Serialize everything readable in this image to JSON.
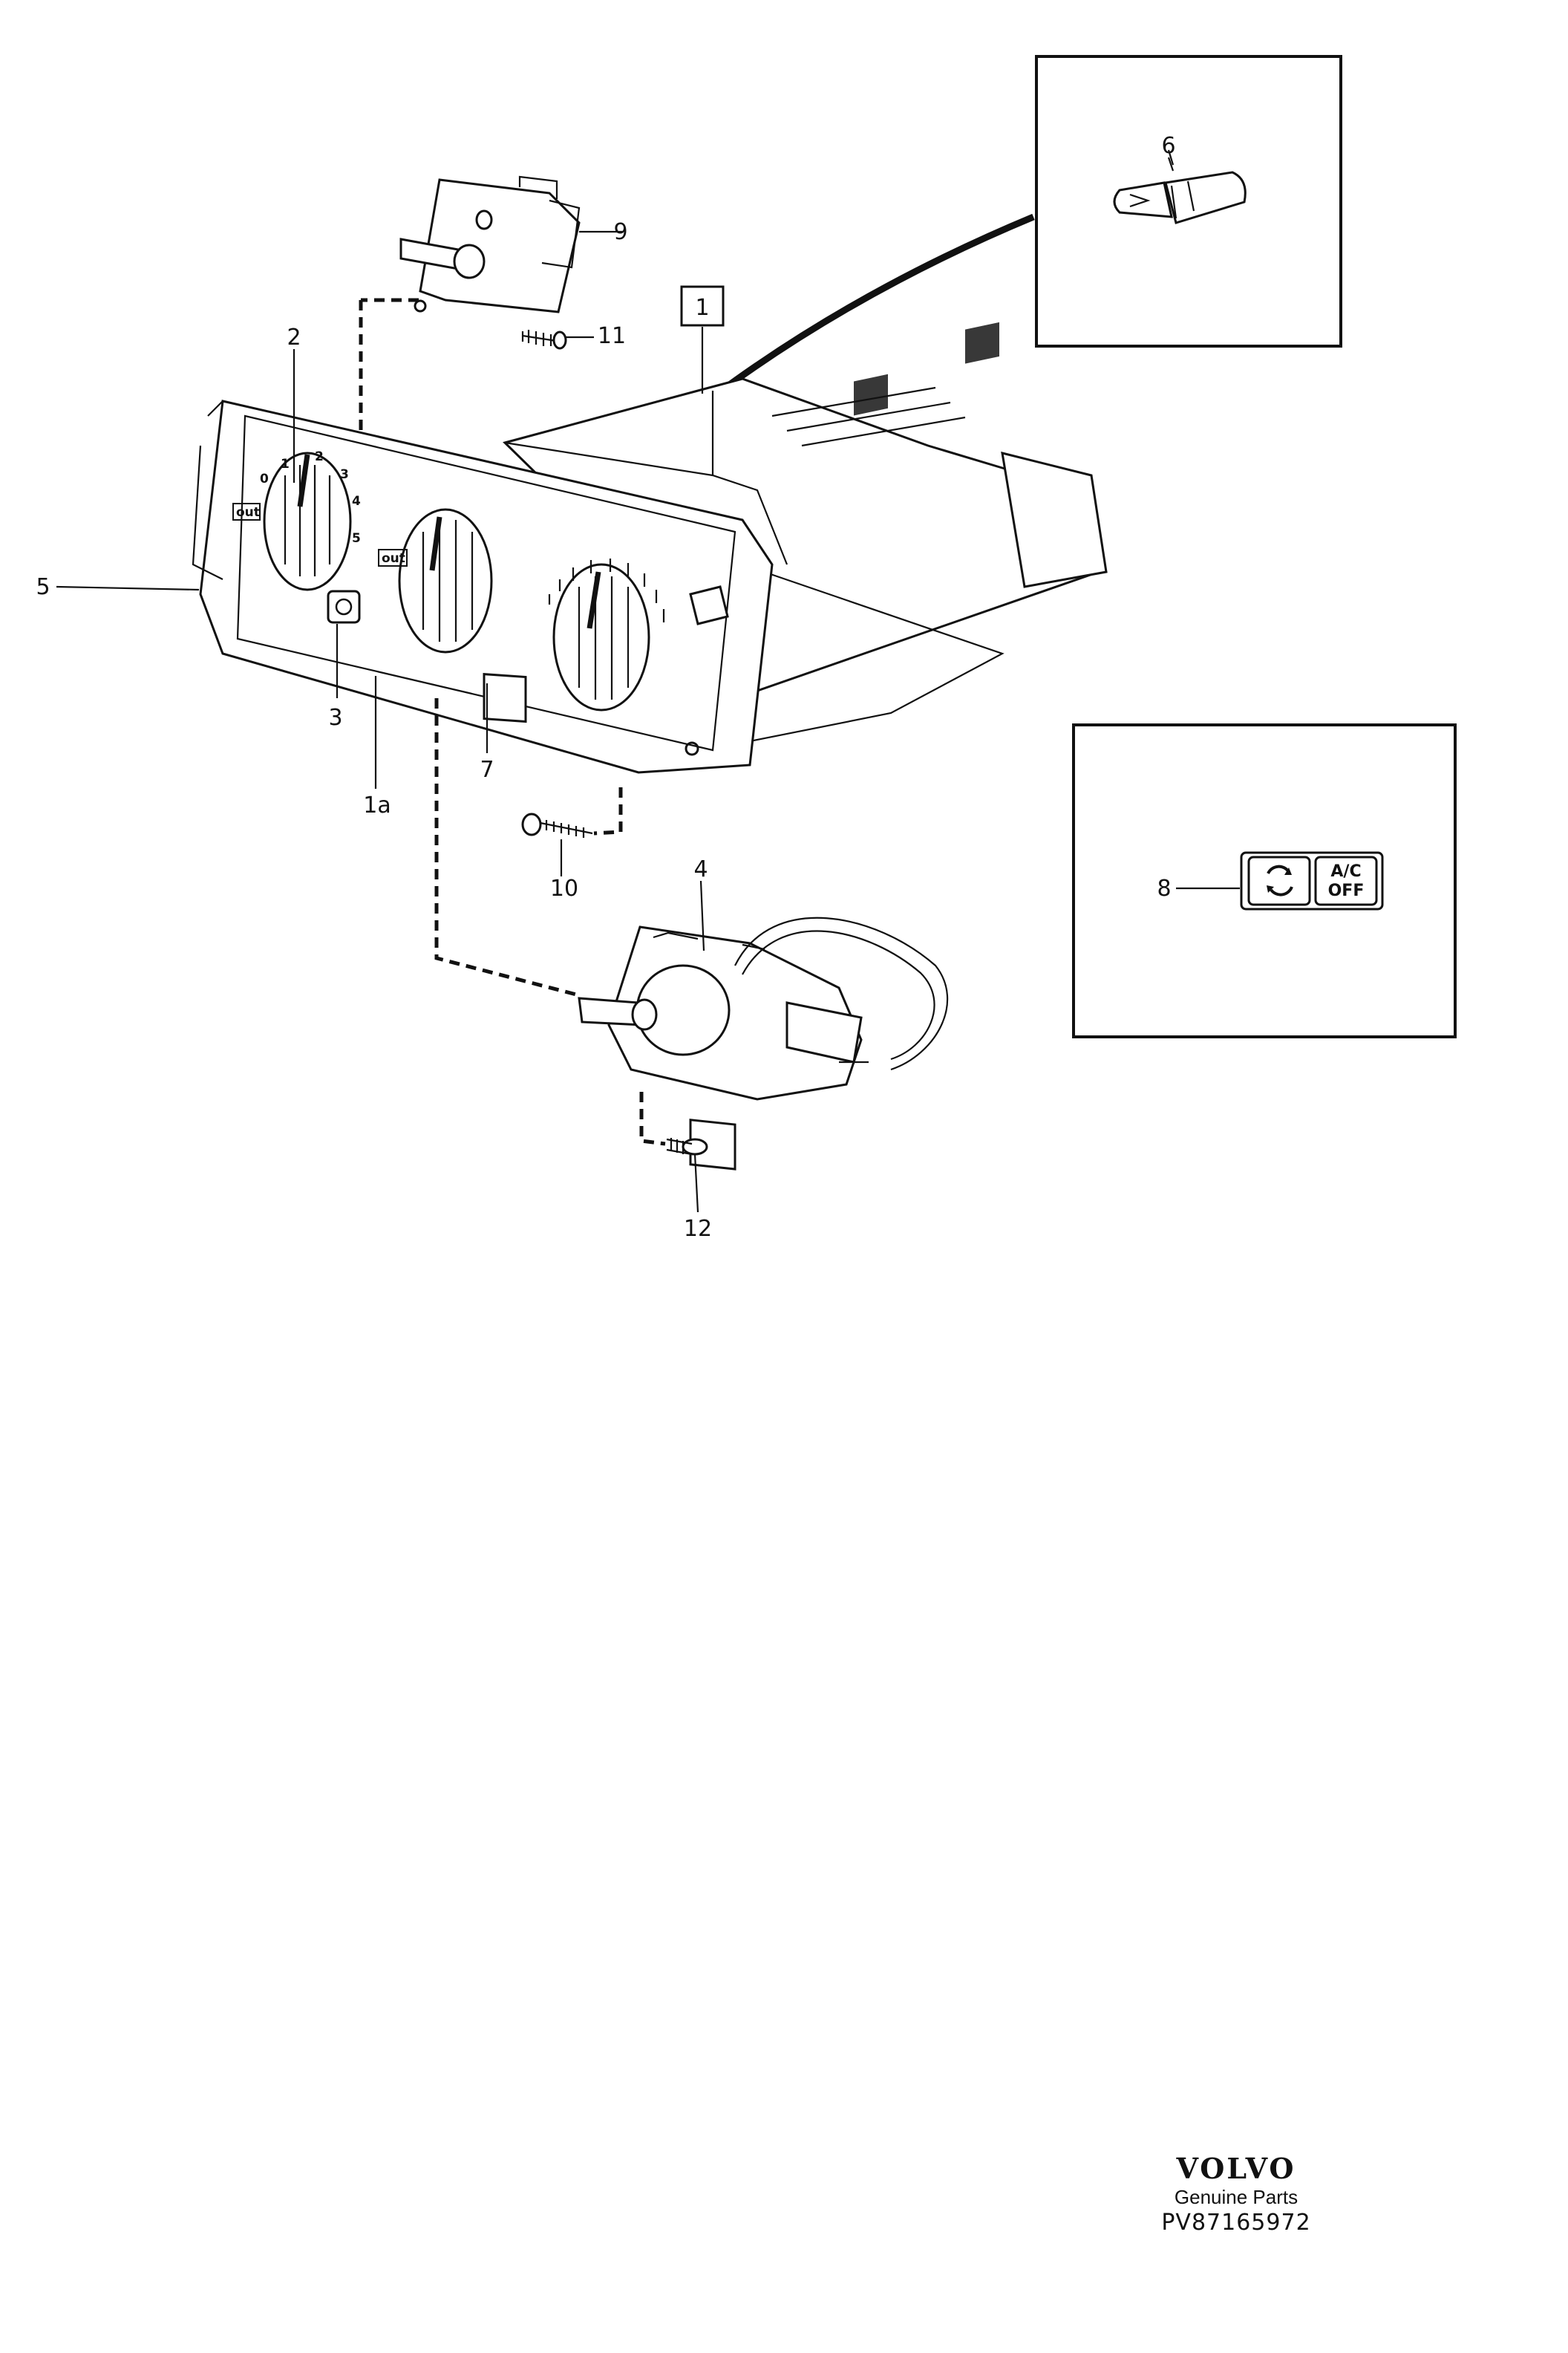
{
  "callouts": {
    "c1": "1",
    "c1a": "1a",
    "c2": "2",
    "c3": "3",
    "c4": "4",
    "c5": "5",
    "c6": "6",
    "c7": "7",
    "c8": "8",
    "c9": "9",
    "c10": "10",
    "c11": "11",
    "c12": "12"
  },
  "knob_scale": {
    "s0": "0",
    "s1": "1",
    "s2": "2",
    "s3": "3",
    "s4": "4",
    "s5": "5",
    "out_left": "out",
    "out_mid": "out"
  },
  "ac_button": {
    "line1": "A/C",
    "line2": "OFF"
  },
  "footer": {
    "brand": "VOLVO",
    "tagline": "Genuine Parts",
    "part_number": "PV87165972"
  }
}
